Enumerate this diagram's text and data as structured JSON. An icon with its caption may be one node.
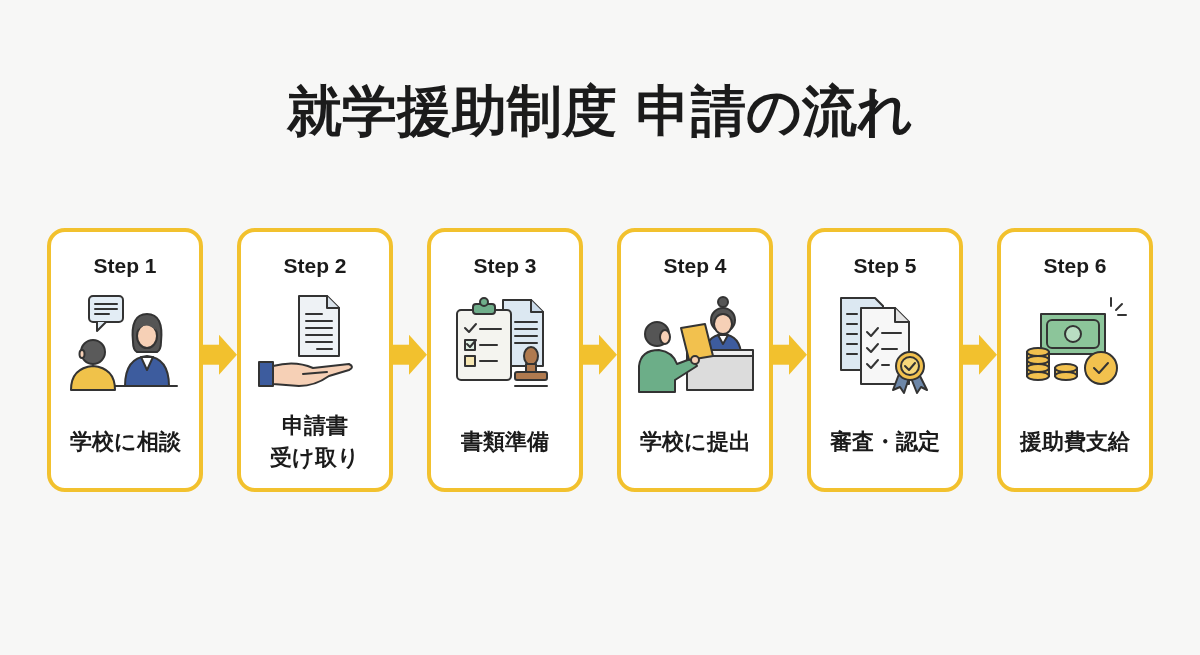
{
  "diagram": {
    "title": "就学援助制度 申請の流れ",
    "nodes": [
      {
        "text": [
          "Step 1",
          "学校に相談"
        ]
      },
      {
        "text": [
          "Step 2",
          "申請書受け取り"
        ]
      },
      {
        "text": [
          "Step 3",
          "書類準備"
        ]
      },
      {
        "text": [
          "Step 4",
          "学校に提出"
        ]
      },
      {
        "text": [
          "Step 5",
          "審査・認定"
        ]
      },
      {
        "text": [
          "Step 6",
          "援助費支給"
        ]
      }
    ],
    "edges": [
      {
        "from": 0,
        "to": 1,
        "arrow": "to"
      },
      {
        "from": 1,
        "to": 2,
        "arrow": "to"
      },
      {
        "from": 2,
        "to": 3,
        "arrow": "to"
      },
      {
        "from": 3,
        "to": 4,
        "arrow": "to"
      },
      {
        "from": 4,
        "to": 5,
        "arrow": "to"
      }
    ]
  }
}
